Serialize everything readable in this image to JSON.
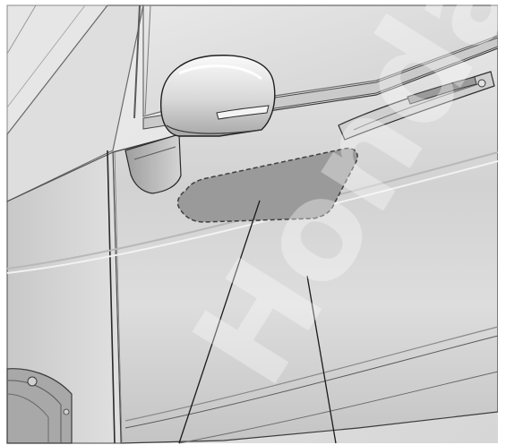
{
  "watermark": "Honda",
  "colors": {
    "background": "#ffffff",
    "body_light": "#f1f1f1",
    "body_mid": "#dcdcdc",
    "body_dark": "#b4b4b4",
    "line": "#3a3a3a",
    "highlight_area": "#9a9a9a",
    "highlight_border": "#4a4a4a"
  },
  "callouts": [
    {
      "target": "door-marked-area"
    },
    {
      "target": "front-door-panel"
    }
  ]
}
